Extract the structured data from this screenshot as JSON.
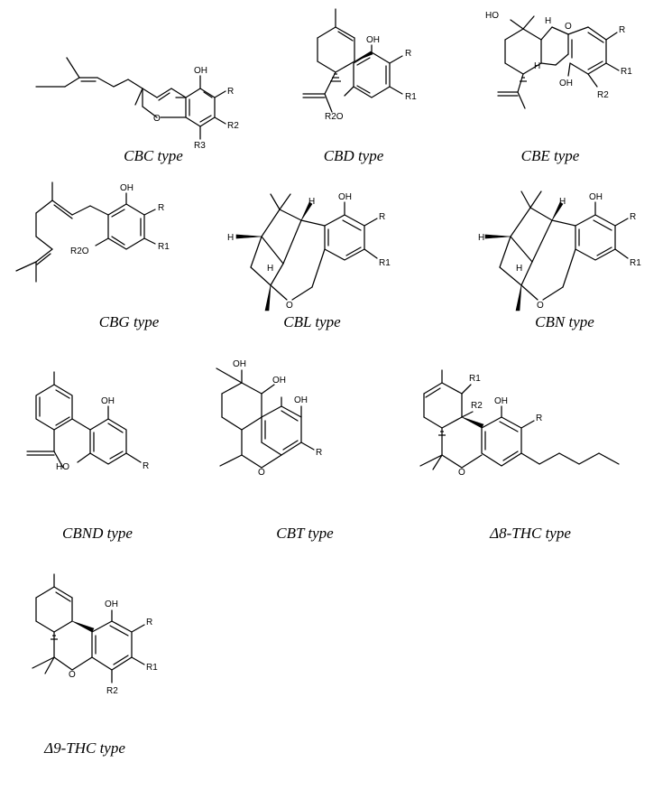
{
  "structures": [
    {
      "id": "cbc",
      "caption": "CBC type",
      "atoms": [
        "OH",
        "R",
        "R2",
        "R3",
        "O"
      ]
    },
    {
      "id": "cbd",
      "caption": "CBD type",
      "atoms": [
        "OH",
        "R",
        "R1",
        "R2O"
      ]
    },
    {
      "id": "cbe",
      "caption": "CBE type",
      "atoms": [
        "HO",
        "O",
        "H",
        "H",
        "R",
        "R1",
        "R2",
        "OH"
      ]
    },
    {
      "id": "cbg",
      "caption": "CBG type",
      "atoms": [
        "OH",
        "R",
        "R1",
        "R2O"
      ]
    },
    {
      "id": "cbl",
      "caption": "CBL type",
      "atoms": [
        "H",
        "H",
        "H",
        "OH",
        "R",
        "R1",
        "O"
      ]
    },
    {
      "id": "cbn",
      "caption": "CBN type",
      "atoms": [
        "H",
        "H",
        "H",
        "OH",
        "R",
        "R1",
        "O"
      ]
    },
    {
      "id": "cbnd",
      "caption": "CBND type",
      "atoms": [
        "OH",
        "HO",
        "R"
      ]
    },
    {
      "id": "cbt",
      "caption": "CBT type",
      "atoms": [
        "OH",
        "OH",
        "OH",
        "O",
        "R"
      ]
    },
    {
      "id": "d8thc",
      "caption": "Δ8-THC type",
      "atoms": [
        "R1",
        "R2",
        "OH",
        "R",
        "O"
      ]
    },
    {
      "id": "d9thc",
      "caption": "Δ9-THC type",
      "atoms": [
        "OH",
        "R",
        "R1",
        "R2",
        "O"
      ]
    }
  ]
}
